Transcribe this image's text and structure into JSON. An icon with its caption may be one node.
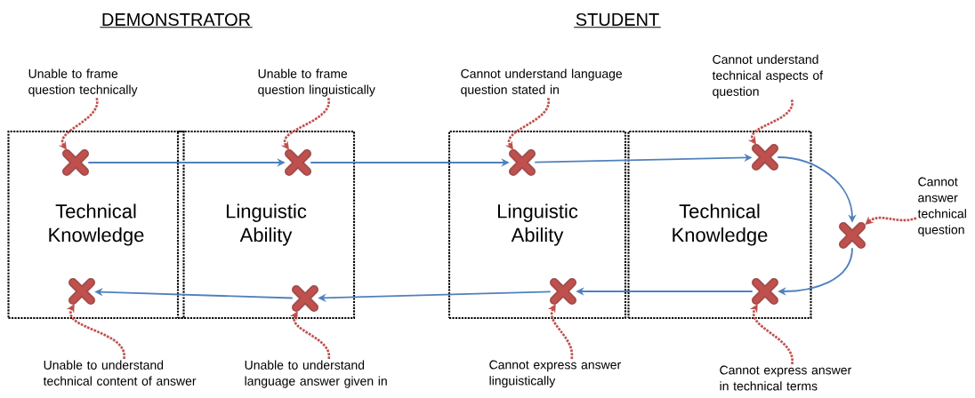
{
  "diagram": {
    "nodes": [
      {
        "text": [
          "Technical Knowledge"
        ]
      },
      {
        "text": [
          "Linguistic Ability"
        ]
      },
      {
        "text": [
          "Linguistic Ability"
        ]
      },
      {
        "text": [
          "Technical Knowledge"
        ]
      },
      {
        "text": [],
        "shape": "cross",
        "in": 0
      },
      {
        "text": [],
        "shape": "cross",
        "in": 1
      },
      {
        "text": [],
        "shape": "cross",
        "in": 2
      },
      {
        "text": [],
        "shape": "cross",
        "in": 3
      },
      {
        "text": [],
        "shape": "cross"
      },
      {
        "text": [],
        "shape": "cross",
        "in": 0
      },
      {
        "text": [],
        "shape": "cross",
        "in": 1
      },
      {
        "text": [],
        "shape": "cross",
        "in": 2
      },
      {
        "text": [],
        "shape": "cross",
        "in": 3
      },
      {
        "text": [
          "Unable to frame question technically"
        ]
      },
      {
        "text": [
          "Unable to frame question linguistically"
        ]
      },
      {
        "text": [
          "Cannot understand language question stated in"
        ]
      },
      {
        "text": [
          "Cannot understand technical aspects of question"
        ]
      },
      {
        "text": [
          "Cannot answer technical question"
        ]
      },
      {
        "text": [
          "Unable to understand technical content of answer"
        ]
      },
      {
        "text": [
          "Unable to understand language answer given in"
        ]
      },
      {
        "text": [
          "Cannot express answer linguistically"
        ]
      },
      {
        "text": [
          "Cannot express answer in technical terms"
        ]
      }
    ],
    "edges": [
      {
        "from": 4,
        "to": 5,
        "arrow": "to",
        "color": "#4f81bd"
      },
      {
        "from": 5,
        "to": 6,
        "arrow": "to",
        "color": "#4f81bd"
      },
      {
        "from": 6,
        "to": 7,
        "arrow": "to",
        "color": "#4f81bd"
      },
      {
        "from": 7,
        "to": 8,
        "arrow": "to",
        "color": "#4f81bd"
      },
      {
        "from": 8,
        "to": 12,
        "arrow": "to",
        "color": "#4f81bd"
      },
      {
        "from": 12,
        "to": 11,
        "arrow": "to",
        "color": "#4f81bd"
      },
      {
        "from": 11,
        "to": 10,
        "arrow": "to",
        "color": "#4f81bd"
      },
      {
        "from": 10,
        "to": 9,
        "arrow": "to",
        "color": "#4f81bd"
      },
      {
        "from": 13,
        "to": 4,
        "arrow": "to",
        "style": "dashed",
        "color": "#c0504d"
      },
      {
        "from": 14,
        "to": 5,
        "arrow": "to",
        "style": "dashed",
        "color": "#c0504d"
      },
      {
        "from": 15,
        "to": 6,
        "arrow": "to",
        "style": "dashed",
        "color": "#c0504d"
      },
      {
        "from": 16,
        "to": 7,
        "arrow": "to",
        "style": "dashed",
        "color": "#c0504d"
      },
      {
        "from": 17,
        "to": 8,
        "arrow": "to",
        "style": "dashed",
        "color": "#c0504d"
      },
      {
        "from": 18,
        "to": 9,
        "arrow": "to",
        "style": "dashed",
        "color": "#c0504d"
      },
      {
        "from": 19,
        "to": 10,
        "arrow": "to",
        "style": "dashed",
        "color": "#c0504d"
      },
      {
        "from": 20,
        "to": 11,
        "arrow": "to",
        "style": "dashed",
        "color": "#c0504d"
      },
      {
        "from": 21,
        "to": 12,
        "arrow": "to",
        "style": "dashed",
        "color": "#c0504d"
      }
    ],
    "labels": [
      "DEMONSTRATOR",
      "STUDENT"
    ]
  }
}
